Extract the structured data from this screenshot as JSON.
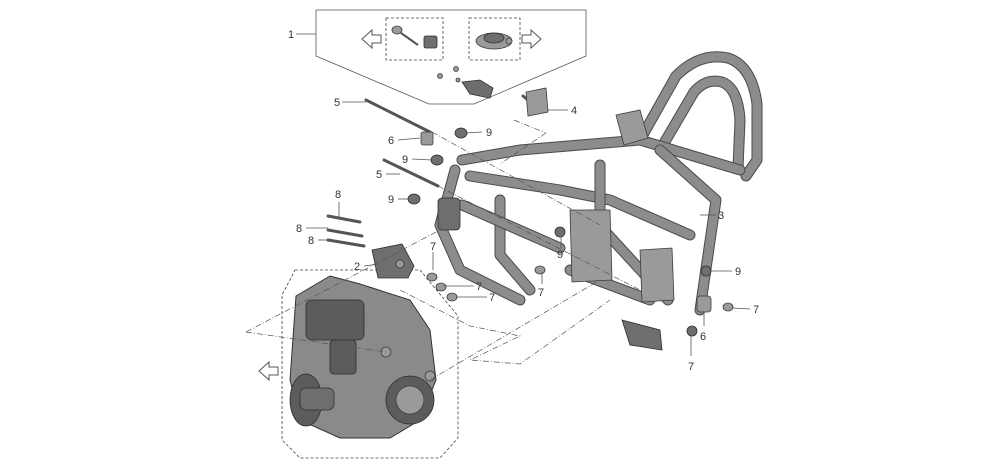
{
  "callouts": {
    "c1": "1",
    "c2": "2",
    "c3": "3",
    "c4": "4",
    "c5a": "5",
    "c5b": "5",
    "c6a": "6",
    "c6b": "6",
    "c7a": "7",
    "c7b": "7",
    "c7c": "7",
    "c7d": "7",
    "c7e": "7",
    "c7f": "7",
    "c8a": "8",
    "c8b": "8",
    "c8c": "8",
    "c9a": "9",
    "c9b": "9",
    "c9c": "9",
    "c9d": "9",
    "c9e": "9"
  },
  "icons": {
    "direction_arrows": [
      "left-arrow-icon",
      "right-arrow-icon",
      "left-arrow-icon"
    ]
  }
}
